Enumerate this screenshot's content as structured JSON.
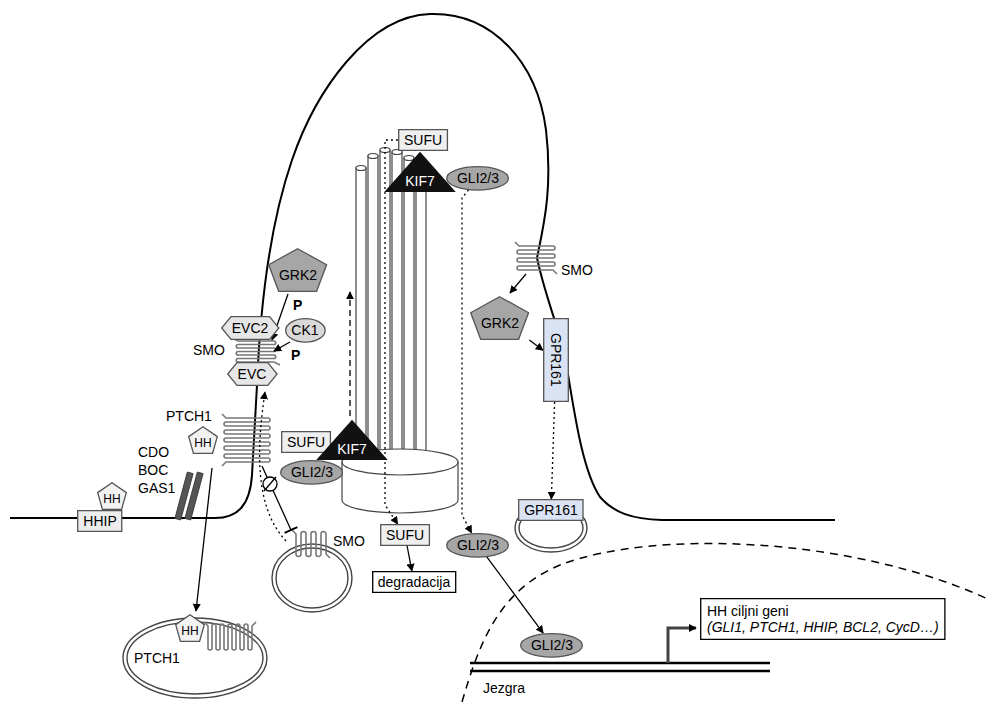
{
  "diagram": {
    "nodes": [
      {
        "text": [
          "SUFU"
        ]
      },
      {
        "text": [
          "KIF7"
        ]
      },
      {
        "text": [
          "GLI2/3"
        ]
      },
      {
        "text": [
          "GRK2"
        ]
      },
      {
        "text": [
          "EVC2"
        ]
      },
      {
        "text": [
          "CK1"
        ]
      },
      {
        "text": [
          "EVC"
        ]
      },
      {
        "text": [
          "HH"
        ]
      },
      {
        "text": [
          "HHIP"
        ]
      },
      {
        "text": [
          "HH"
        ]
      },
      {
        "text": [
          "SUFU"
        ]
      },
      {
        "text": [
          "KIF7"
        ]
      },
      {
        "text": [
          "GLI2/3"
        ]
      },
      {
        "text": [
          "GRK2"
        ]
      },
      {
        "text": [
          "GPR161"
        ]
      },
      {
        "text": [
          "GPR161"
        ]
      },
      {
        "text": [
          "SUFU"
        ]
      },
      {
        "text": [
          "GLI2/3"
        ]
      },
      {
        "text": [
          "degradacija"
        ]
      },
      {
        "text": [
          "HH"
        ]
      },
      {
        "text": [
          "GLI2/3"
        ]
      },
      {
        "text": [
          "HH ciljni geni",
          "(GLI1, PTCH1, HHIP, BCL2, CycD…)"
        ]
      }
    ],
    "edges": [
      {
        "from": 0,
        "to": 16,
        "arrow": "to"
      },
      {
        "from": 2,
        "to": 17,
        "arrow": "to"
      },
      {
        "from": 13,
        "to": 14,
        "arrow": "to"
      },
      {
        "from": 14,
        "to": 15,
        "arrow": "to"
      },
      {
        "from": 16,
        "to": 18,
        "arrow": "to"
      },
      {
        "from": 17,
        "to": 20,
        "arrow": "to"
      }
    ],
    "labels": [
      "P",
      "P",
      "SMO",
      "PTCH1",
      "CDO",
      "BOC",
      "GAS1",
      "SMO",
      "PTCH1",
      "SMO",
      "Jezgra"
    ]
  }
}
